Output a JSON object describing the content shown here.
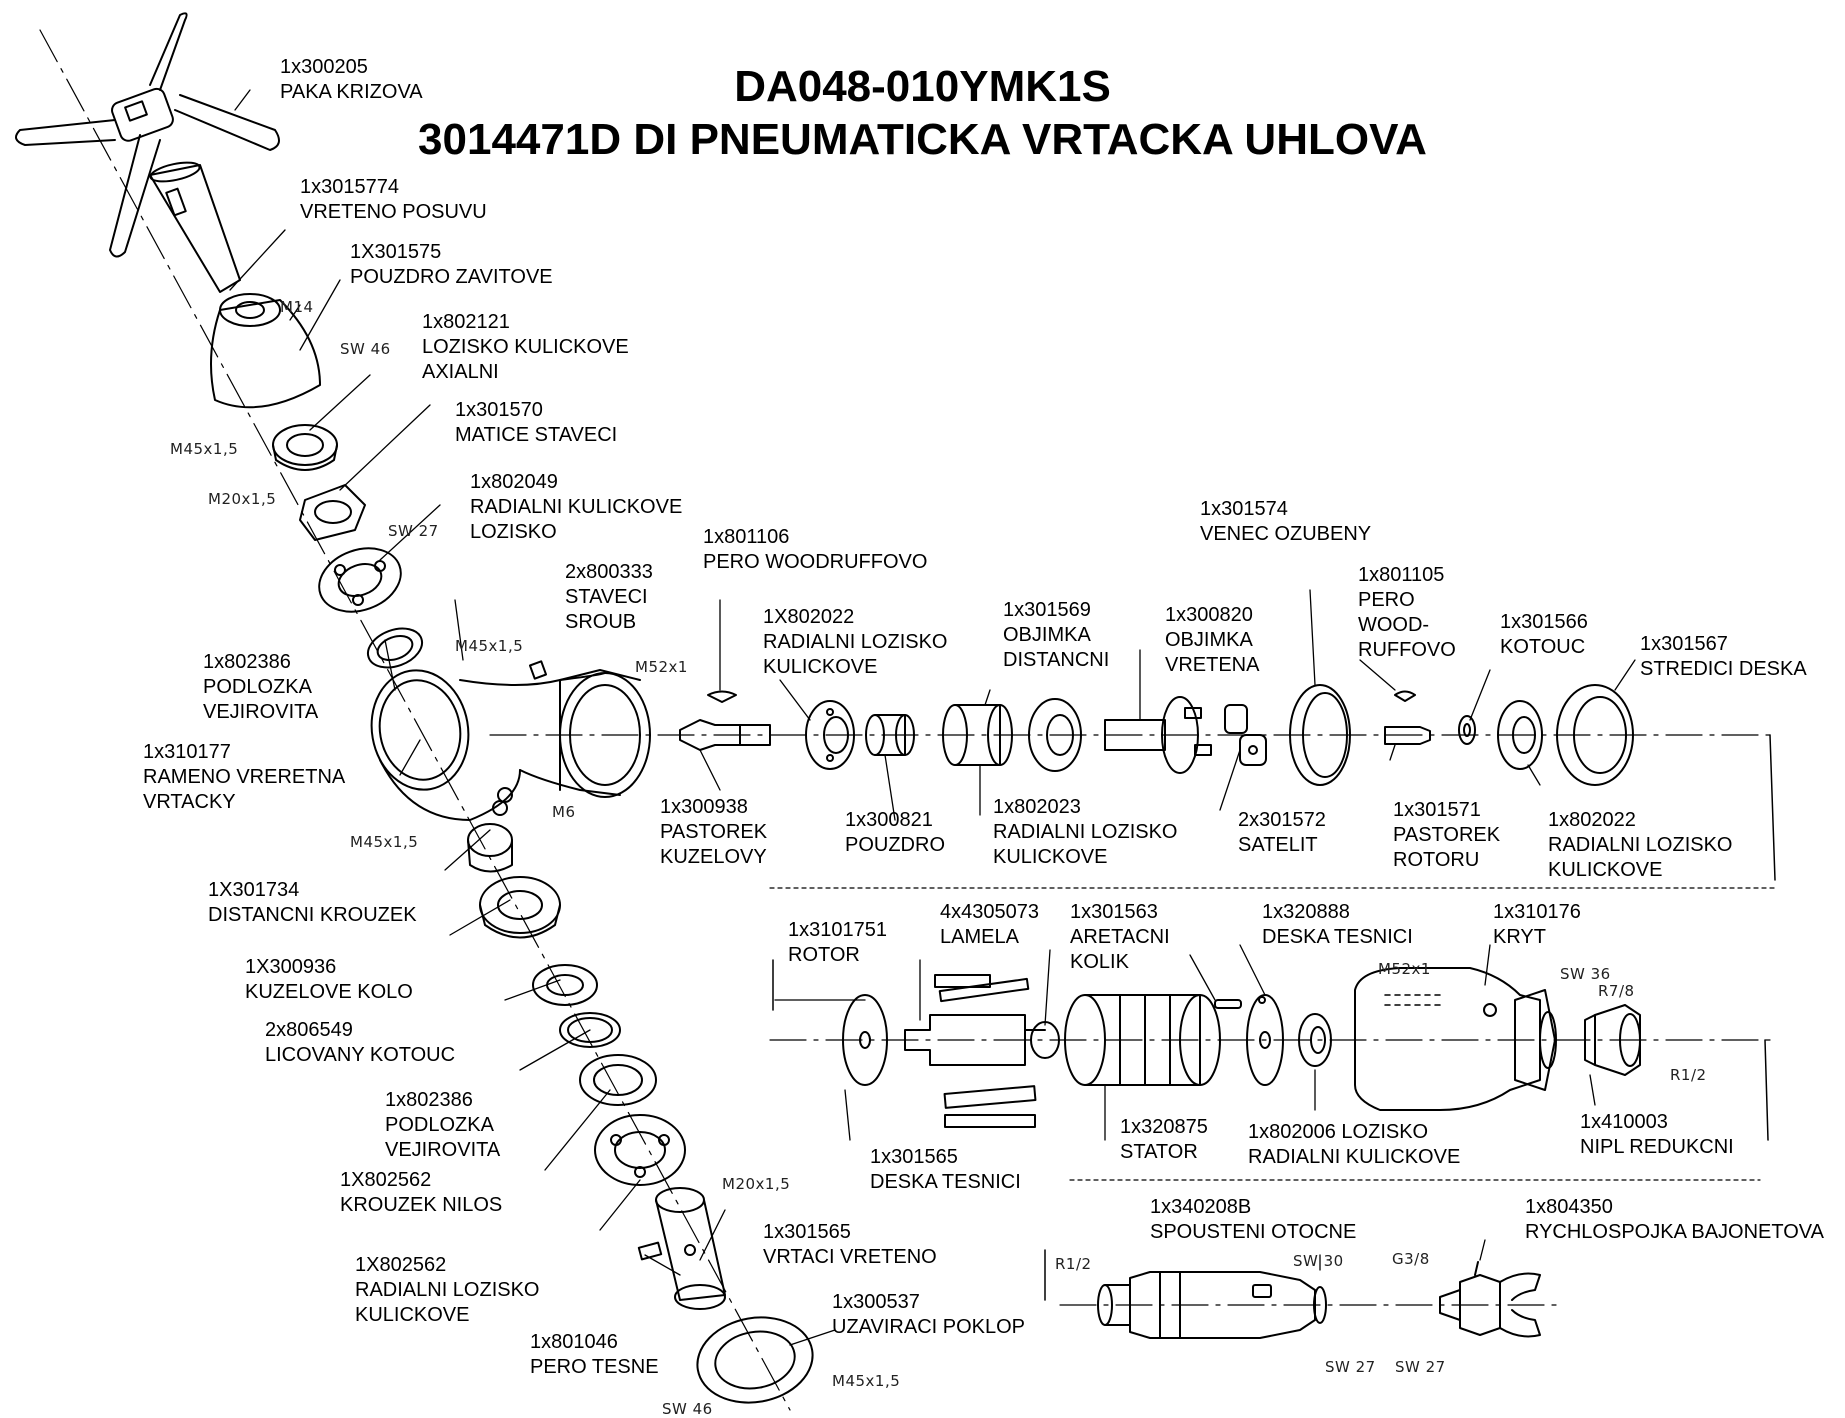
{
  "title": {
    "line1": "DA048-010YMK1S",
    "line2": "3014471D DI PNEUMATICKA VRTACKA UHLOVA"
  },
  "parts": [
    {
      "id": "p01",
      "lines": [
        "1x300205",
        "PAKA KRIZOVA"
      ]
    },
    {
      "id": "p02",
      "lines": [
        "1x3015774",
        "VRETENO POSUVU"
      ]
    },
    {
      "id": "p03",
      "lines": [
        "1X301575",
        "POUZDRO ZAVITOVE"
      ]
    },
    {
      "id": "p04",
      "lines": [
        "1x802121",
        "LOZISKO KULICKOVE",
        "AXIALNI"
      ]
    },
    {
      "id": "p05",
      "lines": [
        "1x301570",
        "MATICE STAVECI"
      ]
    },
    {
      "id": "p06",
      "lines": [
        "1x802049",
        "RADIALNI KULICKOVE",
        "LOZISKO"
      ]
    },
    {
      "id": "p07",
      "lines": [
        "2x800333",
        "STAVECI",
        "SROUB"
      ]
    },
    {
      "id": "p08",
      "lines": [
        "1x802386",
        "PODLOZKA",
        "VEJIROVITA"
      ]
    },
    {
      "id": "p09",
      "lines": [
        "1x310177",
        "RAMENO VRERETNA",
        "VRTACKY"
      ]
    },
    {
      "id": "p10",
      "lines": [
        "1X301734",
        "DISTANCNI KROUZEK"
      ]
    },
    {
      "id": "p11",
      "lines": [
        "1X300936",
        "KUZELOVE KOLO"
      ]
    },
    {
      "id": "p12",
      "lines": [
        "2x806549",
        "LICOVANY KOTOUC"
      ]
    },
    {
      "id": "p13",
      "lines": [
        "1x802386",
        "PODLOZKA",
        "VEJIROVITA"
      ]
    },
    {
      "id": "p14",
      "lines": [
        "1X802562",
        "KROUZEK NILOS"
      ]
    },
    {
      "id": "p15",
      "lines": [
        "1X802562",
        "RADIALNI LOZISKO",
        "KULICKOVE"
      ]
    },
    {
      "id": "p16",
      "lines": [
        "1x801046",
        "PERO TESNE"
      ]
    },
    {
      "id": "p17",
      "lines": [
        "1x301565",
        "VRTACI VRETENO"
      ]
    },
    {
      "id": "p18",
      "lines": [
        "1x300537",
        "UZAVIRACI POKLOP"
      ]
    },
    {
      "id": "p19",
      "lines": [
        "1x801106",
        "PERO WOODRUFFOVO"
      ]
    },
    {
      "id": "p20",
      "lines": [
        "1X802022",
        "RADIALNI LOZISKO",
        "KULICKOVE"
      ]
    },
    {
      "id": "p21",
      "lines": [
        "1x300938",
        "PASTOREK",
        "KUZELOVY"
      ]
    },
    {
      "id": "p22",
      "lines": [
        "1x300821",
        "POUZDRO"
      ]
    },
    {
      "id": "p23",
      "lines": [
        "1x301569",
        "OBJIMKA",
        "DISTANCNI"
      ]
    },
    {
      "id": "p24",
      "lines": [
        "1x802023",
        "RADIALNI LOZISKO",
        "KULICKOVE"
      ]
    },
    {
      "id": "p25",
      "lines": [
        "1x301574",
        "VENEC OZUBENY"
      ]
    },
    {
      "id": "p26",
      "lines": [
        "1x300820",
        "OBJIMKA",
        "VRETENA"
      ]
    },
    {
      "id": "p27",
      "lines": [
        "2x301572",
        "SATELIT"
      ]
    },
    {
      "id": "p28",
      "lines": [
        "1x801105",
        "PERO",
        "WOOD-",
        "RUFFOVO"
      ]
    },
    {
      "id": "p29",
      "lines": [
        "1x301571",
        "PASTOREK",
        "ROTORU"
      ]
    },
    {
      "id": "p30",
      "lines": [
        "1x301566",
        "KOTOUC"
      ]
    },
    {
      "id": "p31",
      "lines": [
        "1x301567",
        "STREDICI DESKA"
      ]
    },
    {
      "id": "p32",
      "lines": [
        "1x802022",
        "RADIALNI LOZISKO",
        "KULICKOVE"
      ]
    },
    {
      "id": "p33",
      "lines": [
        "1x3101751",
        "ROTOR"
      ]
    },
    {
      "id": "p34",
      "lines": [
        "4x4305073",
        "LAMELA"
      ]
    },
    {
      "id": "p35",
      "lines": [
        "1x301563",
        "ARETACNI",
        "KOLIK"
      ]
    },
    {
      "id": "p36",
      "lines": [
        "1x320888",
        "DESKA TESNICI"
      ]
    },
    {
      "id": "p37",
      "lines": [
        "1x310176",
        "KRYT"
      ]
    },
    {
      "id": "p38",
      "lines": [
        "1x301565",
        "DESKA TESNICI"
      ]
    },
    {
      "id": "p39",
      "lines": [
        "1x320875",
        "STATOR"
      ]
    },
    {
      "id": "p40",
      "lines": [
        "1x802006 LOZISKO",
        "RADIALNI KULICKOVE"
      ]
    },
    {
      "id": "p41",
      "lines": [
        "1x410003",
        "NIPL REDUKCNI"
      ]
    },
    {
      "id": "p42",
      "lines": [
        "1x340208B",
        "SPOUSTENI OTOCNE"
      ]
    },
    {
      "id": "p43",
      "lines": [
        "1x804350",
        "RYCHLOSPOJKA BAJONETOVA"
      ]
    }
  ],
  "dimensions": [
    {
      "id": "d01",
      "text": "M14"
    },
    {
      "id": "d02",
      "text": "SW 46"
    },
    {
      "id": "d03",
      "text": "M45x1,5"
    },
    {
      "id": "d04",
      "text": "M20x1,5"
    },
    {
      "id": "d05",
      "text": "SW 27"
    },
    {
      "id": "d06",
      "text": "M45x1,5"
    },
    {
      "id": "d07",
      "text": "M52x1"
    },
    {
      "id": "d08",
      "text": "M6"
    },
    {
      "id": "d09",
      "text": "M45x1,5"
    },
    {
      "id": "d10",
      "text": "M20x1,5"
    },
    {
      "id": "d11",
      "text": "M45x1,5"
    },
    {
      "id": "d12",
      "text": "SW 46"
    },
    {
      "id": "d13",
      "text": "M52x1"
    },
    {
      "id": "d14",
      "text": "SW 36"
    },
    {
      "id": "d15",
      "text": "R7/8"
    },
    {
      "id": "d16",
      "text": "R1/2"
    },
    {
      "id": "d17",
      "text": "R1/2"
    },
    {
      "id": "d18",
      "text": "SW 30"
    },
    {
      "id": "d19",
      "text": "G3/8"
    },
    {
      "id": "d20",
      "text": "SW 27"
    },
    {
      "id": "d21",
      "text": "SW 27"
    }
  ]
}
